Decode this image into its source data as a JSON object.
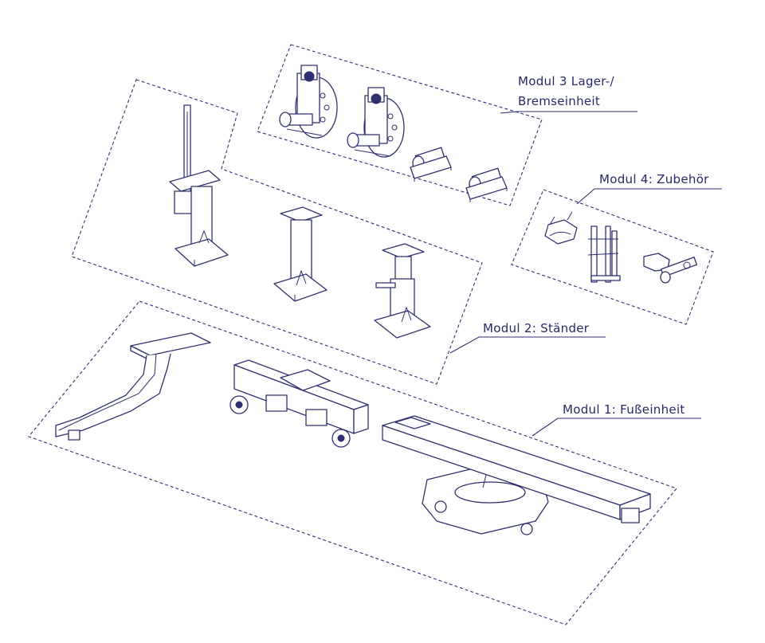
{
  "modules": {
    "m1": {
      "label": "Modul 1: Fußeinheit"
    },
    "m2": {
      "label": "Modul 2: Ständer"
    },
    "m3": {
      "line1": "Modul 3 Lager-/",
      "line2": "Bremseinheit"
    },
    "m4": {
      "label": "Modul 4: Zubehör"
    }
  },
  "colors": {
    "line": "#2f3070",
    "text": "#27286b",
    "background": "#ffffff"
  }
}
